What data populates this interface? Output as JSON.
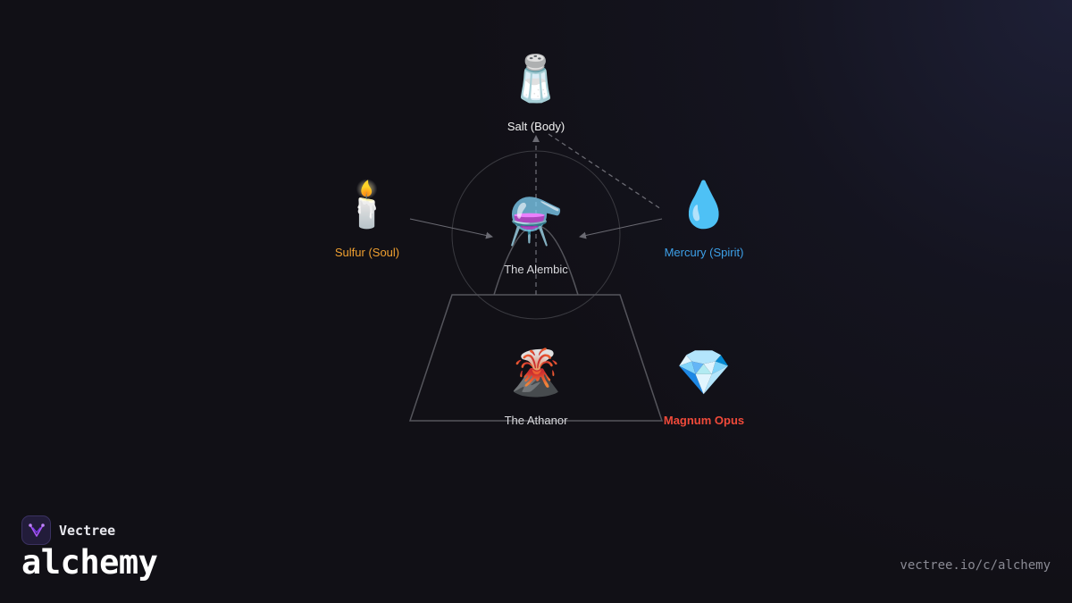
{
  "diagram": {
    "nodes": {
      "salt": {
        "icon": "🧂",
        "icon_name": "salt-shaker-icon",
        "label": "Salt (Body)",
        "color": "#f2f2f2"
      },
      "sulfur": {
        "icon": "🕯️",
        "icon_name": "candle-icon",
        "label": "Sulfur (Soul)",
        "color": "#f0a030"
      },
      "alembic": {
        "icon": "⚗️",
        "icon_name": "alembic-icon",
        "label": "The Alembic",
        "color": "#d8d8dc"
      },
      "mercury": {
        "icon": "💧",
        "icon_name": "water-drop-icon",
        "label": "Mercury (Spirit)",
        "color": "#3da0e8"
      },
      "athanor": {
        "icon": "🌋",
        "icon_name": "volcano-icon",
        "label": "The Athanor",
        "color": "#d8d8dc"
      },
      "opus": {
        "icon": "💎",
        "icon_name": "gem-icon",
        "label": "Magnum Opus",
        "color": "#f04a3a"
      }
    },
    "line_color": "#6a6a72"
  },
  "brand": {
    "name": "Vectree",
    "title": "alchemy",
    "url": "vectree.io/c/alchemy",
    "logo_color": "#a855f7"
  }
}
